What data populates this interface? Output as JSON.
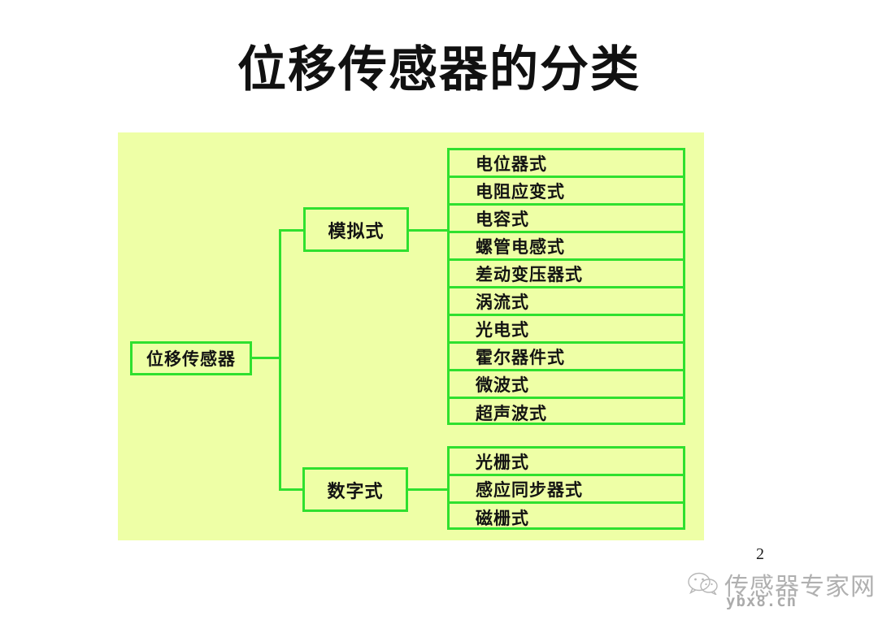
{
  "slide": {
    "title": "位移传感器的分类",
    "page_number": "2",
    "panel_bg_color": "#EEFFA6",
    "box_border_color": "#2FE02F",
    "text_color": "#131313"
  },
  "diagram": {
    "root": {
      "label": "位移传感器"
    },
    "branches": [
      {
        "key": "analog",
        "label": "模拟式",
        "items": [
          "电位器式",
          "电阻应变式",
          "电容式",
          "螺管电感式",
          "差动变压器式",
          "涡流式",
          "光电式",
          "霍尔器件式",
          "微波式",
          "超声波式"
        ]
      },
      {
        "key": "digital",
        "label": "数字式",
        "items": [
          "光栅式",
          "感应同步器式",
          "磁栅式"
        ]
      }
    ]
  },
  "watermark": {
    "icon": "wechat-icon",
    "name": "传感器专家网",
    "url": "ybx8.cn"
  }
}
